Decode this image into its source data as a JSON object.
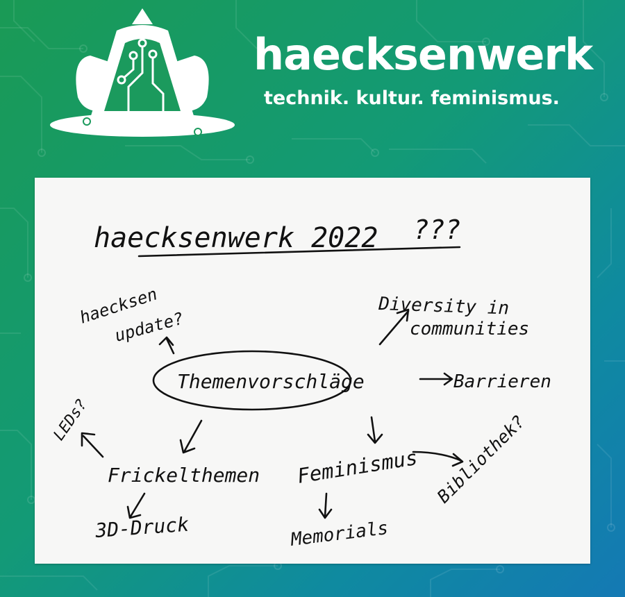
{
  "brand": {
    "title": "haecksenwerk",
    "tagline": "technik. kultur. feminismus.",
    "logo_icon": "rocket-ship-circuit-icon"
  },
  "colors": {
    "gradient_start": "#1a9a55",
    "gradient_end": "#1479b4",
    "text": "#ffffff",
    "paper": "#f7f7f6",
    "ink": "#111111"
  },
  "whiteboard": {
    "title": "haecksenwerk 2022",
    "title_suffix": "???",
    "center": "Themenvorschläge",
    "nodes": {
      "haecksen_line1": "haecksen",
      "haecksen_line2": "update?",
      "diversity_line1": "Diversity in",
      "diversity_line2": "communities",
      "barrieren": "Barrieren",
      "leds": "LEDs?",
      "frickelthemen": "Frickelthemen",
      "druck": "3D-Druck",
      "feminismus": "Feminismus",
      "bibliothek": "Bibliothek?",
      "memorials": "Memorials"
    }
  }
}
